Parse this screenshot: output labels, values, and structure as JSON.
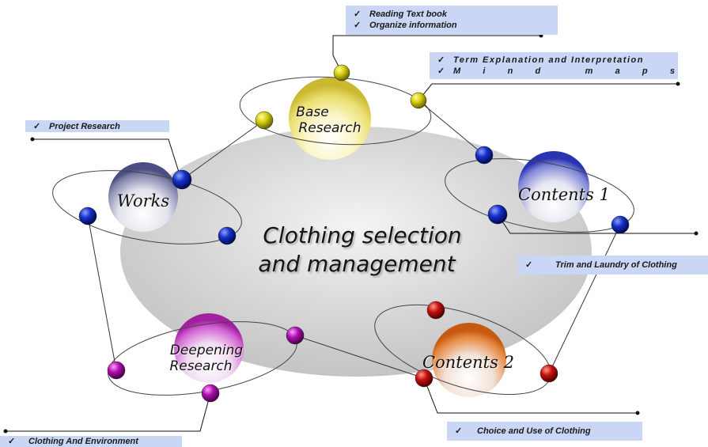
{
  "center": {
    "line1": "Clothing selection",
    "line2": "and management"
  },
  "nodes": {
    "base": {
      "line1": "Base",
      "line2": "Research"
    },
    "contents1": {
      "label": "Contents 1"
    },
    "works": {
      "label": "Works"
    },
    "deepening": {
      "line1": "Deepening",
      "line2": "Research"
    },
    "contents2": {
      "label": "Contents 2"
    }
  },
  "notes": {
    "reading": {
      "check": "✓",
      "text": "Reading Text book"
    },
    "organize": {
      "check": "✓",
      "text": "Organize information"
    },
    "term": {
      "check": "✓",
      "text": "Term Explanation and Interpretation"
    },
    "mindmaps": {
      "check": "✓",
      "letters": [
        "M",
        "i",
        "n",
        "d",
        "",
        "m",
        "a",
        "p",
        "s"
      ]
    },
    "project": {
      "check": "✓",
      "text": "Project Research"
    },
    "trim": {
      "check": "✓",
      "text": "Trim and Laundry of Clothing"
    },
    "choice": {
      "check": "✓",
      "text": "Choice and Use of Clothing"
    },
    "environment": {
      "check": "✓",
      "text": "Clothing And Environment"
    }
  },
  "colors": {
    "yellow_ball": "#c8c000",
    "blue_ball": "#0010a0",
    "red_ball": "#b00000",
    "purple_ball": "#a000a0",
    "note_bg": "#c9d6f5",
    "center_disc": "#cfcfcf"
  }
}
